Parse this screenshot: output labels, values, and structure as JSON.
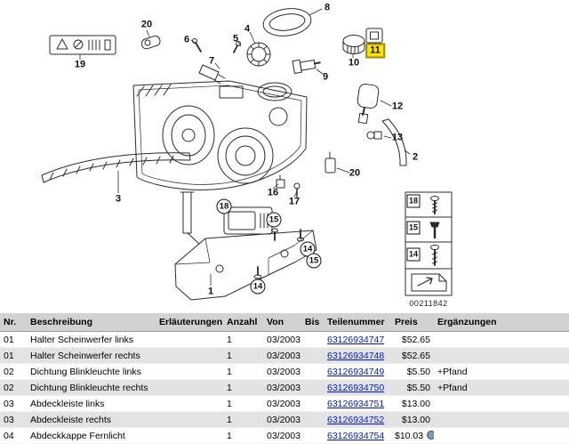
{
  "colors": {
    "highlight_yellow": "#ffe11a",
    "highlight_border": "#a38a00",
    "link_blue": "#0019cc",
    "row_alt_gray": "#e3e3e3",
    "header_gray": "#d2d2d2"
  },
  "diagram": {
    "image_number": "00211842",
    "highlighted_callout": "11",
    "callouts": {
      "c20_top": "20",
      "c19": "19",
      "c6": "6",
      "c7": "7",
      "c5": "5",
      "c4": "4",
      "c8": "8",
      "c9": "9",
      "c10": "10",
      "c11": "11",
      "c12": "12",
      "c13": "13",
      "c2": "2",
      "c3": "3",
      "c20_mid": "20",
      "c16": "16",
      "c17": "17",
      "c18": "18",
      "c15_a": "15",
      "c14_a": "14",
      "c15_b": "15",
      "c14_b": "14",
      "c1": "1",
      "box18": "18",
      "box15": "15",
      "box14": "14"
    }
  },
  "table": {
    "headers": [
      "Nr.",
      "Beschreibung",
      "Erläuterungen",
      "Anzahl",
      "Von",
      "Bis",
      "Teilenummer",
      "Preis",
      "Ergänzungen"
    ],
    "rows": [
      {
        "nr": "01",
        "descr": "Halter Scheinwerfer links",
        "qty": "1",
        "from": "03/2003",
        "part": "63126934747",
        "price": "$52.65",
        "extra": ""
      },
      {
        "nr": "01",
        "descr": "Halter Scheinwerfer rechts",
        "qty": "1",
        "from": "03/2003",
        "part": "63126934748",
        "price": "$52.65",
        "extra": ""
      },
      {
        "nr": "02",
        "descr": "Dichtung Blinkleuchte links",
        "qty": "1",
        "from": "03/2003",
        "part": "63126934749",
        "price": "$5.50",
        "extra": "+Pfand"
      },
      {
        "nr": "02",
        "descr": "Dichtung Blinkleuchte rechts",
        "qty": "1",
        "from": "03/2003",
        "part": "63126934750",
        "price": "$5.50",
        "extra": "+Pfand"
      },
      {
        "nr": "03",
        "descr": "Abdeckleiste links",
        "qty": "1",
        "from": "03/2003",
        "part": "63126934751",
        "price": "$13.00",
        "extra": ""
      },
      {
        "nr": "03",
        "descr": "Abdeckleiste rechts",
        "qty": "1",
        "from": "03/2003",
        "part": "63126934752",
        "price": "$13.00",
        "extra": ""
      },
      {
        "nr": "04",
        "descr": "Abdeckkappe Fernlicht",
        "qty": "1",
        "from": "03/2003",
        "part": "63126934754",
        "price": "$10.03",
        "extra": ""
      }
    ]
  }
}
